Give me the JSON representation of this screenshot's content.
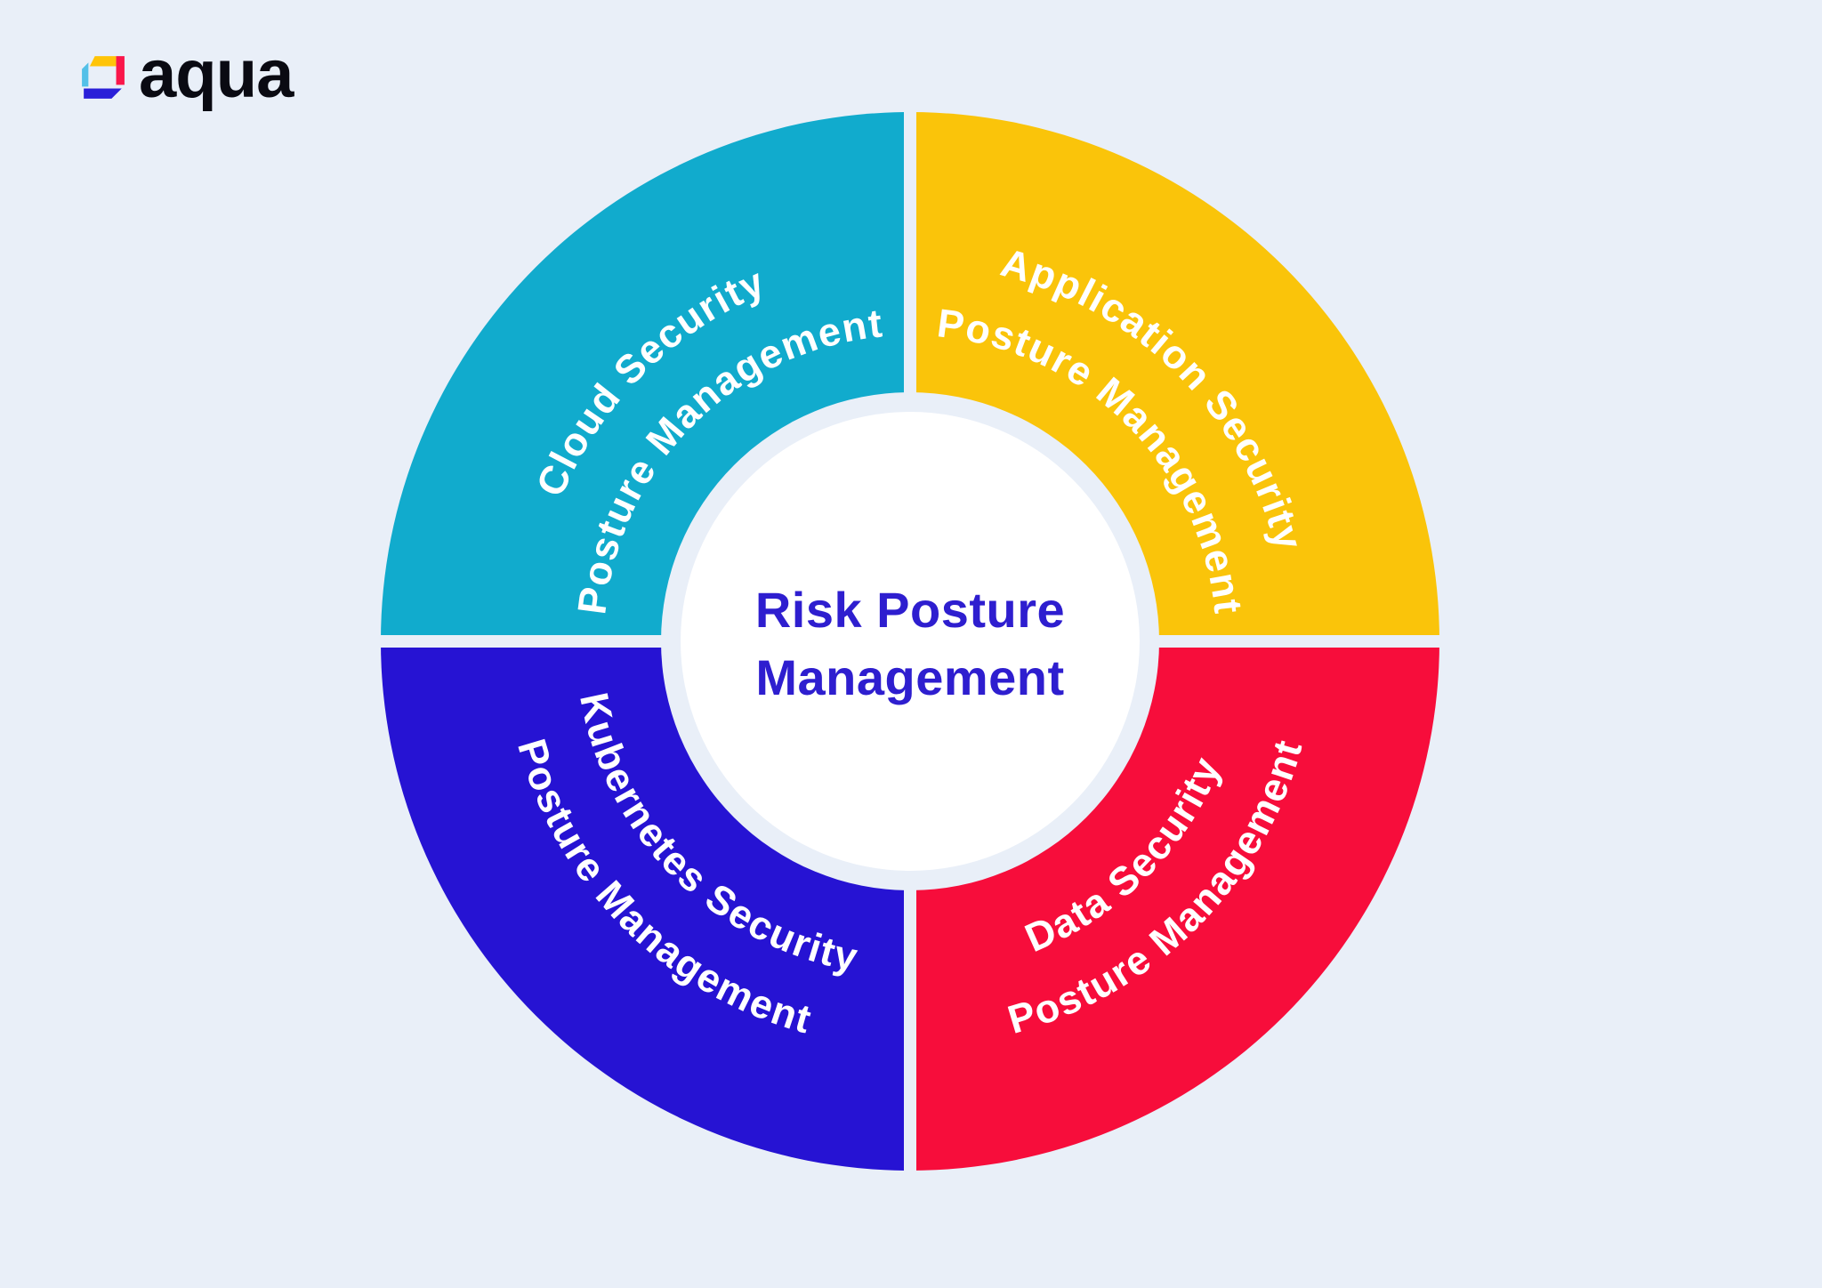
{
  "page": {
    "background": "#E9EFF8"
  },
  "logo": {
    "brand": "aqua",
    "wordmark_color": "#0A0A12",
    "icon": {
      "top_color": "#FFC408",
      "right_color": "#FA164A",
      "bottom_color": "#2A1FD8",
      "left_color": "#53C0E8"
    }
  },
  "diagram": {
    "center_circle": {
      "fill": "#FFFFFF",
      "text_color": "#2E1ECF",
      "title_line1": "Risk Posture",
      "title_line2": "Management"
    },
    "segments": [
      {
        "position": "top-left",
        "label_line1": "Cloud Security",
        "label_line2": "Posture Management",
        "color": "#11ABCD",
        "text_color": "#FFFFFF"
      },
      {
        "position": "top-right",
        "label_line1": "Application Security",
        "label_line2": "Posture Management",
        "color": "#FAC40A",
        "text_color": "#FFFFFF"
      },
      {
        "position": "bottom-left",
        "label_line1": "Kubernetes Security",
        "label_line2": "Posture Management",
        "color": "#2613D3",
        "text_color": "#FFFFFF"
      },
      {
        "position": "bottom-right",
        "label_line1": "Data Security",
        "label_line2": "Posture Management",
        "color": "#F70D3B",
        "text_color": "#FFFFFF"
      }
    ]
  }
}
